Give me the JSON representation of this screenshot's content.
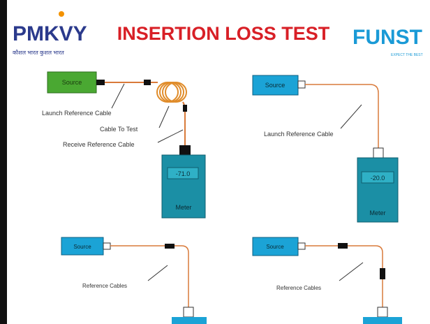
{
  "header": {
    "left_logo": {
      "text": "PMKVY",
      "tagline": "कौशल भारत कुशल भारत"
    },
    "title": "INSERTION LOSS TEST",
    "right_logo": {
      "text": "FUNST",
      "tagline": "EXPECT THE BEST"
    }
  },
  "panels": {
    "top_left": {
      "source_label": "Source",
      "meter_reading": "-71.0",
      "meter_label": "Meter",
      "labels": [
        "Launch Reference Cable",
        "Cable To Test",
        "Receive Reference Cable"
      ]
    },
    "top_right": {
      "source_label": "Source",
      "meter_reading": "-20.0",
      "meter_label": "Meter",
      "labels": [
        "Launch Reference Cable"
      ]
    },
    "bottom_left": {
      "source_label": "Source",
      "labels": [
        "Reference Cables"
      ]
    },
    "bottom_right": {
      "source_label": "Source",
      "labels": [
        "Reference Cables"
      ]
    }
  },
  "colors": {
    "title": "#d81f26",
    "pmkvy": "#2b3a8c",
    "pmkvy_accent": "#f39200",
    "funst": "#1a9ad6",
    "source_green": "#4aa832",
    "source_blue": "#1ba3d6",
    "meter_teal": "#1b8fa5",
    "cable": "#d97a3a"
  }
}
